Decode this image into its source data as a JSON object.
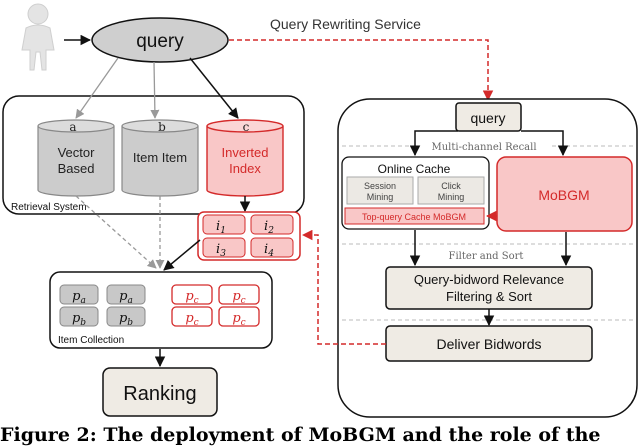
{
  "service_label": "Query Rewriting Service",
  "query_main": "query",
  "retrieval": {
    "system_label": "Retrieval System",
    "db_letters": [
      "a",
      "b",
      "c"
    ],
    "db_vector": [
      "Vector",
      "Based"
    ],
    "db_item": [
      "Item Item"
    ],
    "db_inverted": [
      "Inverted",
      "Index"
    ]
  },
  "index_cells": [
    {
      "base": "i",
      "sub": "1"
    },
    {
      "base": "i",
      "sub": "2"
    },
    {
      "base": "i",
      "sub": "3"
    },
    {
      "base": "i",
      "sub": "4"
    }
  ],
  "collection": {
    "label": "Item Collection",
    "grey_cells": [
      {
        "base": "p",
        "sub": "a"
      },
      {
        "base": "p",
        "sub": "a"
      },
      {
        "base": "p",
        "sub": "b"
      },
      {
        "base": "p",
        "sub": "b"
      }
    ],
    "red_cells": [
      {
        "base": "p",
        "sub": "c"
      },
      {
        "base": "p",
        "sub": "c"
      },
      {
        "base": "p",
        "sub": "c"
      },
      {
        "base": "p",
        "sub": "c"
      }
    ]
  },
  "ranking": "Ranking",
  "right": {
    "query": "query",
    "multichannel": "Multi-channel Recall",
    "online_cache": "Online Cache",
    "session_mining": [
      "Session",
      "Mining"
    ],
    "click_mining": [
      "Click",
      "Mining"
    ],
    "top_query": "Top-query Cache MoBGM",
    "mobgm": "MoBGM",
    "filter_sort": "Filter and Sort",
    "relevance": [
      "Query-bidword Relevance",
      "Filtering & Sort"
    ],
    "deliver": "Deliver Bidwords"
  },
  "colors": {
    "red": "#d42a2a",
    "pink_fill": "#f9c7c7",
    "grey_fill": "#c8c8c8",
    "beige_fill": "#efebe4",
    "panel_fill": "#f2eeee"
  },
  "caption": "Figure 2: The deployment of MoBGM and the role of the"
}
